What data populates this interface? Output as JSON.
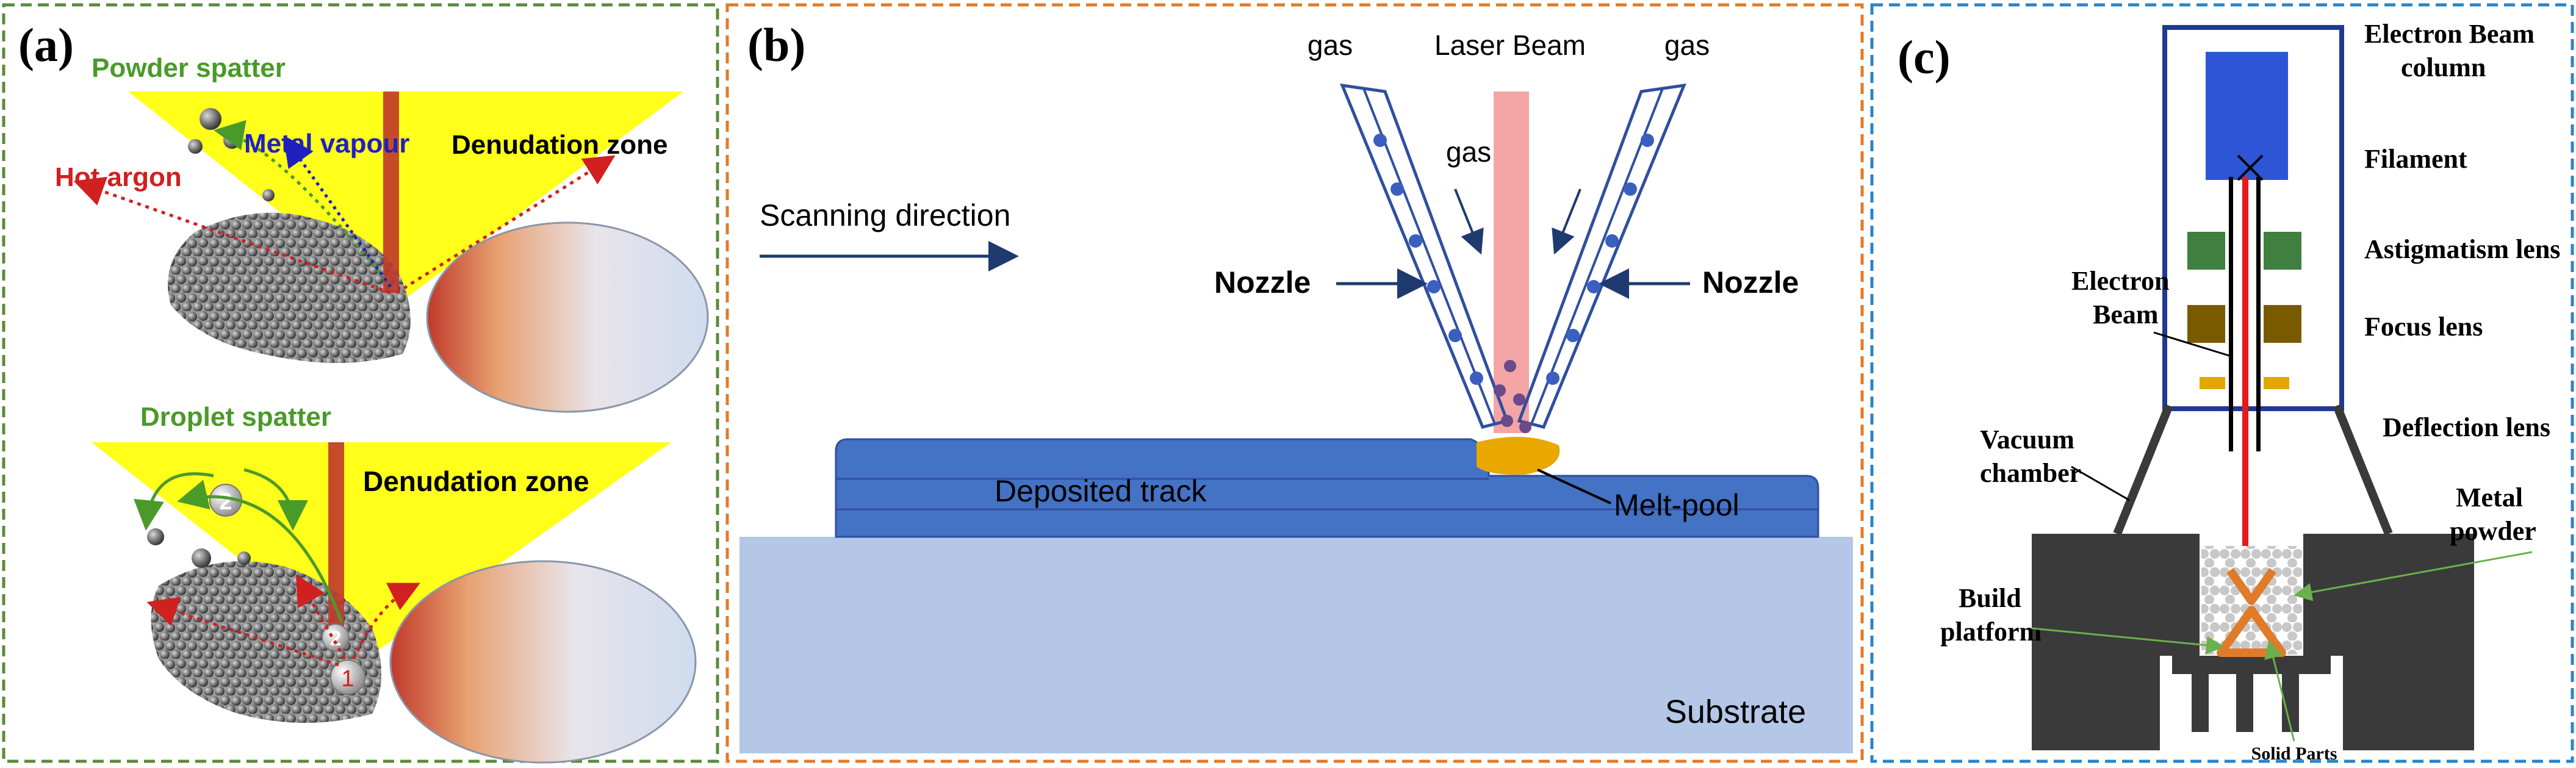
{
  "colors": {
    "panel_a_border": "#5b8b3a",
    "panel_b_border": "#e07b2a",
    "panel_c_border": "#2a84c8",
    "yellow_plume": "#ffff1a",
    "laser_red": "#c0392b",
    "track_blue": "#4472c4",
    "substrate_blue": "#b4c7e7",
    "nozzle_blue": "#2f4f9f",
    "column_navy": "#1f3a93",
    "filament_block_blue": "#2d55d6",
    "astig_green": "#3f7f3f",
    "focus_brown": "#7a5a00",
    "deflection_gold": "#e0a800",
    "chamber_gray": "#3a3a3a",
    "solid_orange": "#e07b2a",
    "spatter_green": "#4a9a2a",
    "hot_argon_red": "#d02020",
    "vapour_blue": "#2020c0"
  },
  "panel_a": {
    "label": "(a)",
    "top": {
      "powder_spatter": "Powder spatter",
      "metal_vapour": "Metal vapour",
      "hot_argon": "Hot argon",
      "denudation_zone": "Denudation zone"
    },
    "bottom": {
      "droplet_spatter": "Droplet spatter",
      "denudation_zone": "Denudation zone",
      "marker_1": "1",
      "marker_2": "2",
      "marker_2b": "2"
    }
  },
  "panel_b": {
    "label": "(b)",
    "laser_beam": "Laser Beam",
    "gas_left": "gas",
    "gas_right": "gas",
    "gas_inner": "gas",
    "scanning_direction": "Scanning direction",
    "nozzle_left": "Nozzle",
    "nozzle_right": "Nozzle",
    "deposited_track": "Deposited track",
    "melt_pool": "Melt-pool",
    "substrate": "Substrate"
  },
  "panel_c": {
    "label": "(c)",
    "electron_beam_column_1": "Electron Beam",
    "electron_beam_column_2": "column",
    "filament": "Filament",
    "astigmatism_lens": "Astigmatism lens",
    "electron_beam_1": "Electron",
    "electron_beam_2": "Beam",
    "focus_lens": "Focus lens",
    "deflection_lens": "Deflection lens",
    "vacuum_chamber_1": "Vacuum",
    "vacuum_chamber_2": "chamber",
    "metal_powder_1": "Metal",
    "metal_powder_2": "powder",
    "build_platform_1": "Build",
    "build_platform_2": "platform",
    "solid_parts": "Solid Parts"
  }
}
